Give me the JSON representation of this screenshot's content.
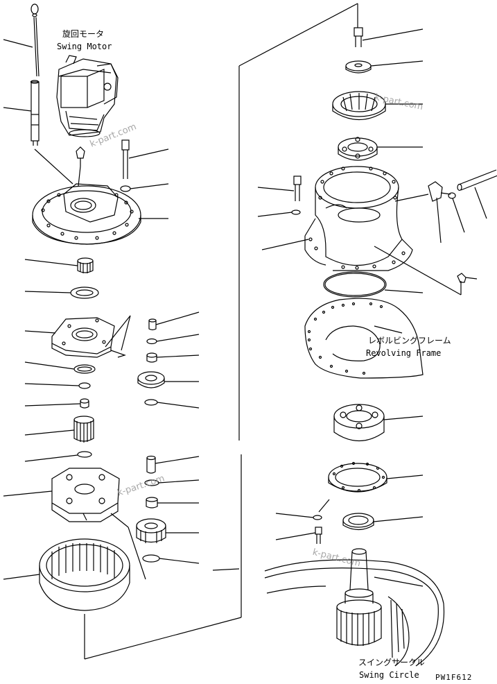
{
  "labels": {
    "swing_motor": {
      "jp": "旋回モータ",
      "en": "Swing Motor"
    },
    "revolving_frame": {
      "jp": "レボルビングフレーム",
      "en": "Revolving Frame"
    },
    "swing_circle": {
      "jp": "スイングサークル",
      "en": "Swing Circle"
    }
  },
  "watermark": "k-part.com",
  "drawing_code": "PW1F612"
}
